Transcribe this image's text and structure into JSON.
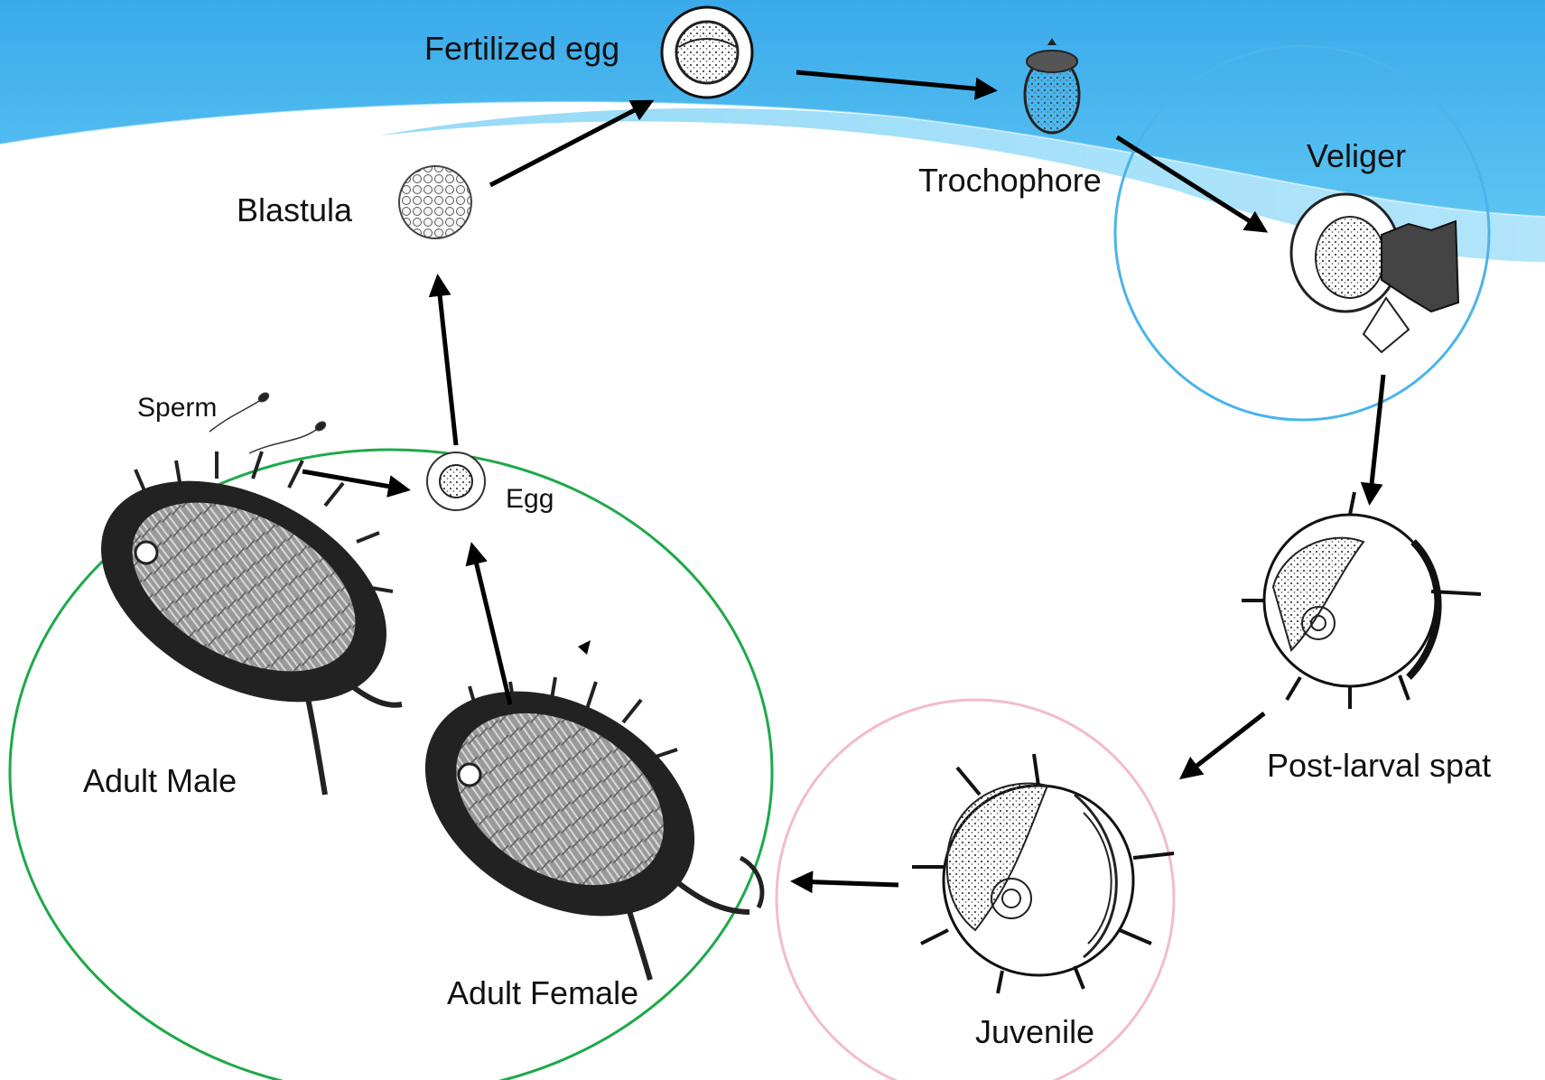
{
  "diagram": {
    "stages": {
      "fertilized_egg": "Fertilized egg",
      "trochophore": "Trochophore",
      "veliger": "Veliger",
      "blastula": "Blastula",
      "sperm": "Sperm",
      "egg": "Egg",
      "adult_male": "Adult Male",
      "adult_female": "Adult Female",
      "post_larval_spat": "Post-larval spat",
      "juvenile": "Juvenile"
    },
    "colors": {
      "header_blue": "#3aaaea",
      "header_light": "#7fd0f5",
      "adult_circle": "#1fa84a",
      "veliger_circle": "#4bb4ea",
      "juvenile_circle": "#f2bccb",
      "arrow": "#000000"
    }
  }
}
